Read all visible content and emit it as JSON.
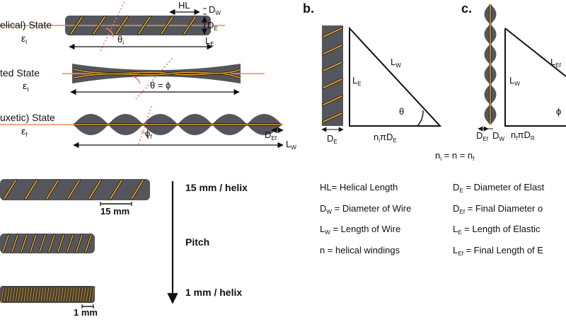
{
  "colors": {
    "rod": "#55565d",
    "rod_dark": "#3f4046",
    "wire": "#e5a52b",
    "fiber": "#f08a5d",
    "angle": "#ef7b6b",
    "line": "#111111"
  },
  "panel_a": {
    "helical_state": "elical) State",
    "helical_eps": "ε",
    "helical_eps_sub": "i",
    "twisted_state": "ted State",
    "twisted_eps": "ε",
    "twisted_eps_sub": "t",
    "auxetic_state": "uxetic) State",
    "auxetic_eps": "ε",
    "auxetic_eps_sub": "f",
    "hl_label": "HL",
    "dw_label": "D",
    "dw_sub": "W",
    "de_label": "D",
    "de_sub": "E",
    "le_label": "L",
    "le_sub": "E",
    "theta_i": "θ",
    "theta_i_sub": "i",
    "theta_phi": "θ = ϕ",
    "phi_f": "ϕ",
    "phi_f_sub": "f",
    "def_label": "D",
    "def_sub": "Ef",
    "lw_label": "L",
    "lw_sub": "W"
  },
  "panel_b": {
    "letter": "b.",
    "le_label": "L",
    "le_sub": "E",
    "lw_label": "L",
    "lw_sub": "W",
    "theta": "θ",
    "base_label": "n",
    "base_sub": "i",
    "base_rest": "πD",
    "base_rest_sub": "E",
    "de_label": "D",
    "de_sub": "E"
  },
  "panel_c": {
    "letter": "c.",
    "lw_label": "L",
    "lw_sub": "W",
    "lef_label": "L",
    "lef_sub": "Ef",
    "phi": "ϕ",
    "base_label": "n",
    "base_sub": "f",
    "base_rest": "πD",
    "base_rest_sub": "R",
    "def_label": "D",
    "def_sub": "Ef",
    "dw_label": "D",
    "dw_sub": "W"
  },
  "n_relation": {
    "a": "n",
    "a_sub": "i",
    "mid": " = n = n",
    "b_sub": "f"
  },
  "legend": [
    {
      "sym": "HL",
      "sub": "",
      "text": "= Helical Length"
    },
    {
      "sym": "D",
      "sub": "E",
      "text": " = Diameter of Elast"
    },
    {
      "sym": "D",
      "sub": "W",
      "text": " = Diameter of Wire"
    },
    {
      "sym": "D",
      "sub": "Ef",
      "text": " = Final Diameter o"
    },
    {
      "sym": "L",
      "sub": "W",
      "text": " = Length of Wire"
    },
    {
      "sym": "L",
      "sub": "E",
      "text": " = Length of Elastic"
    },
    {
      "sym": "n",
      "sub": "",
      "text": " = helical windings"
    },
    {
      "sym": "L",
      "sub": "Ef",
      "text": " = Final Length of E"
    }
  ],
  "pitch_panel": {
    "top_label": "15 mm / helix",
    "mid_label": "Pitch",
    "bottom_label": "1 mm / helix",
    "scale_15": "15 mm",
    "scale_1": "1 mm"
  }
}
